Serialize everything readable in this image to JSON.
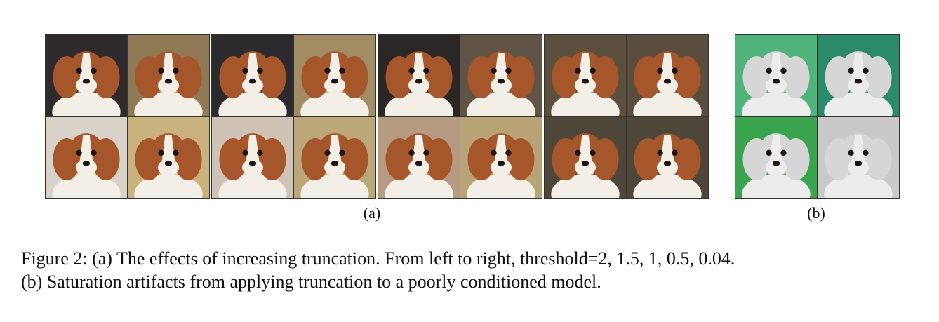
{
  "panel_a": {
    "label": "(a)",
    "groups": [
      {
        "tiles": [
          {
            "bg": "#2f2a2c"
          },
          {
            "bg": "#8f7a55"
          },
          {
            "bg": "#d9d2c8"
          },
          {
            "bg": "#c9b27e"
          }
        ]
      },
      {
        "tiles": [
          {
            "bg": "#2c2a2c"
          },
          {
            "bg": "#a28c63"
          },
          {
            "bg": "#cfc3b6"
          },
          {
            "bg": "#bba777"
          }
        ]
      },
      {
        "tiles": [
          {
            "bg": "#2b2727"
          },
          {
            "bg": "#605446"
          },
          {
            "bg": "#b79a82"
          },
          {
            "bg": "#b9a477"
          }
        ]
      },
      {
        "tiles": [
          {
            "bg": "#5c4f3e"
          },
          {
            "bg": "#5a4d3d"
          },
          {
            "bg": "#4f463a"
          },
          {
            "bg": "#4f463a"
          }
        ]
      }
    ]
  },
  "panel_b": {
    "label": "(b)",
    "tiles": [
      {
        "bg": "#4fb37a"
      },
      {
        "bg": "#2a8a6a"
      },
      {
        "bg": "#3aa34e"
      },
      {
        "bg": "#c9c9c9"
      }
    ]
  },
  "caption": {
    "line1": "Figure 2: (a) The effects of increasing truncation. From left to right, threshold=2, 1.5, 1, 0.5, 0.04.",
    "line2": "(b) Saturation artifacts from applying truncation to a poorly conditioned model."
  },
  "colors": {
    "fur_brown": "#a5562a",
    "fur_white": "#f3eee6",
    "eye": "#1b1410"
  }
}
